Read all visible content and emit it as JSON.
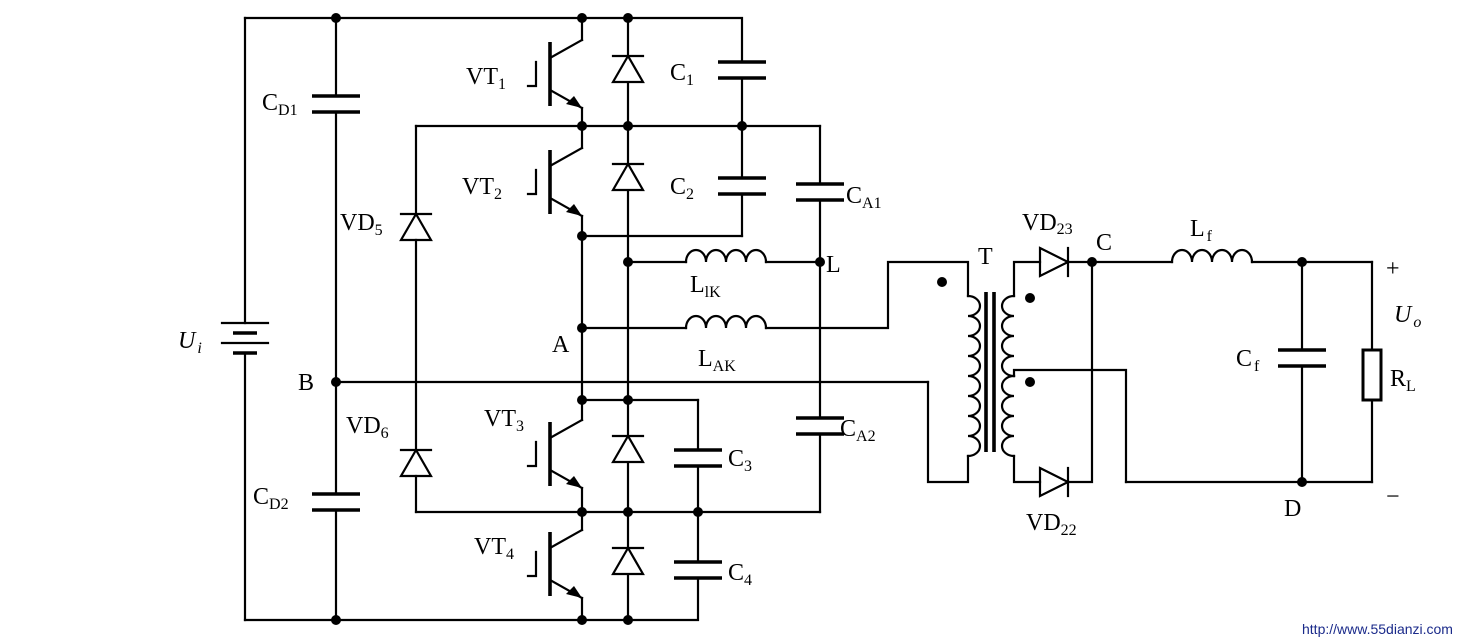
{
  "components": {
    "vt1": {
      "name": "VT",
      "sub": "1"
    },
    "vt2": {
      "name": "VT",
      "sub": "2"
    },
    "vt3": {
      "name": "VT",
      "sub": "3"
    },
    "vt4": {
      "name": "VT",
      "sub": "4"
    },
    "c1": {
      "name": "C",
      "sub": "1"
    },
    "c2": {
      "name": "C",
      "sub": "2"
    },
    "c3": {
      "name": "C",
      "sub": "3"
    },
    "c4": {
      "name": "C",
      "sub": "4"
    },
    "cd1": {
      "name": "C",
      "sub": "D1"
    },
    "cd2": {
      "name": "C",
      "sub": "D2"
    },
    "ca1": {
      "name": "C",
      "sub": "A1"
    },
    "ca2": {
      "name": "C",
      "sub": "A2"
    },
    "vd5": {
      "name": "VD",
      "sub": "5"
    },
    "vd6": {
      "name": "VD",
      "sub": "6"
    },
    "vd23": {
      "name": "VD",
      "sub": "23"
    },
    "vd22": {
      "name": "VD",
      "sub": "22"
    },
    "llk": {
      "name": "L",
      "sub": "lK"
    },
    "lak": {
      "name": "L",
      "sub": "AK"
    },
    "lf": {
      "name": "L",
      "sub": "f"
    },
    "cf": {
      "name": "C",
      "sub": "f"
    },
    "rl": {
      "name": "R",
      "sub": "L"
    },
    "ui": {
      "name": "U",
      "sub": "i"
    },
    "uo": {
      "name": "U",
      "sub": "o"
    },
    "transformer": "T"
  },
  "nodes": {
    "a": "A",
    "b": "B",
    "c": "C",
    "d": "D",
    "l": "L"
  },
  "polarity": {
    "plus": "+",
    "minus": "−"
  },
  "watermark": "http://www.55dianzi.com"
}
